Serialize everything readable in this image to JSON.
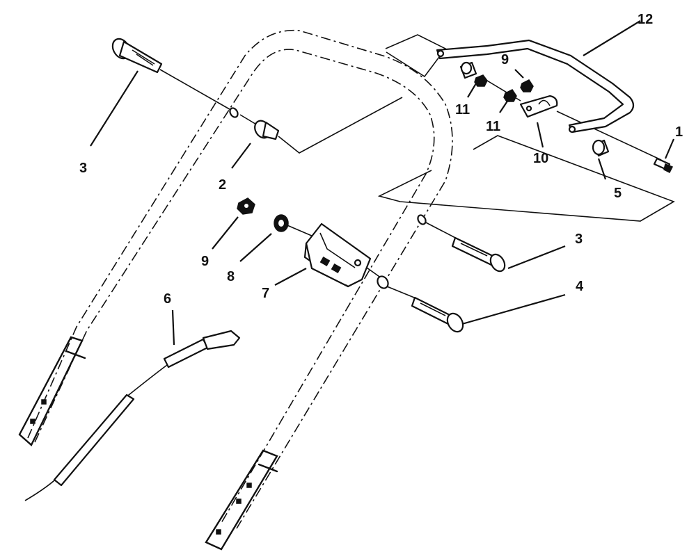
{
  "callouts": [
    {
      "id": "c-1",
      "label": "1"
    },
    {
      "id": "c-2",
      "label": "2"
    },
    {
      "id": "c-3a",
      "label": "3"
    },
    {
      "id": "c-3b",
      "label": "3"
    },
    {
      "id": "c-4",
      "label": "4"
    },
    {
      "id": "c-5",
      "label": "5"
    },
    {
      "id": "c-6",
      "label": "6"
    },
    {
      "id": "c-7",
      "label": "7"
    },
    {
      "id": "c-8",
      "label": "8"
    },
    {
      "id": "c-9a",
      "label": "9"
    },
    {
      "id": "c-9b",
      "label": "9"
    },
    {
      "id": "c-10",
      "label": "10"
    },
    {
      "id": "c-11a",
      "label": "11"
    },
    {
      "id": "c-11b",
      "label": "11"
    },
    {
      "id": "c-12",
      "label": "12"
    }
  ]
}
